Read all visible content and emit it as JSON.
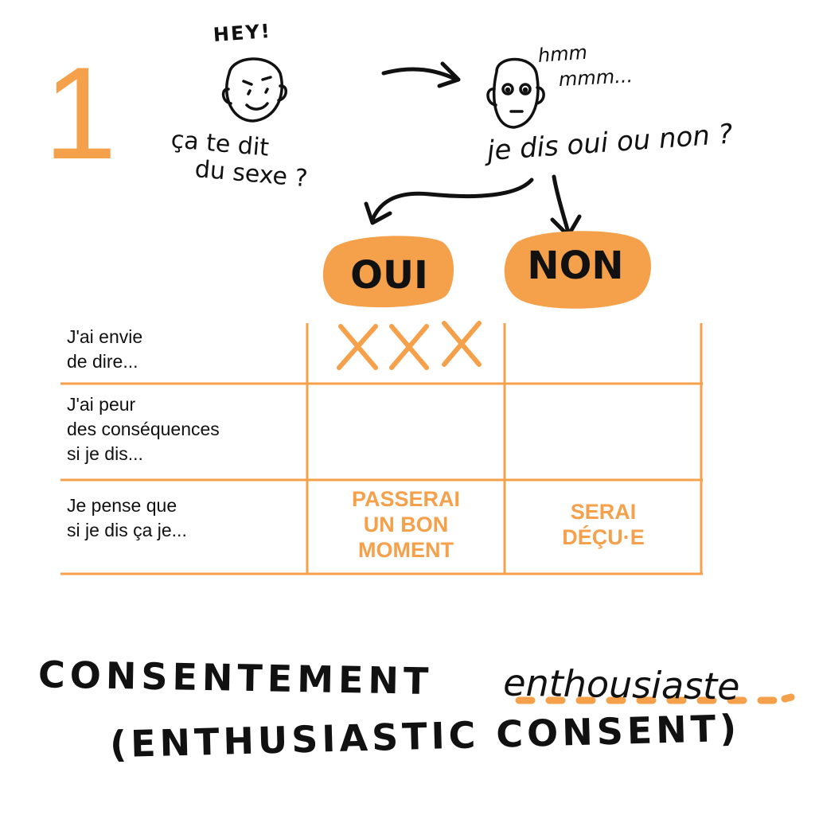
{
  "step_number": "1",
  "speaker_1": {
    "exclamation": "HEY!",
    "question_line_1": "ça te dit",
    "question_line_2": "du sexe ?"
  },
  "speaker_2": {
    "thinking_line_1": "hmm",
    "thinking_line_2": "mmm...",
    "question": "je dis oui ou non ?"
  },
  "choices": {
    "yes": "OUI",
    "no": "NON"
  },
  "table": {
    "rows": [
      {
        "label": "J'ai envie\nde dire...",
        "oui_value": "XXX",
        "non_value": ""
      },
      {
        "label": "J'ai peur\ndes conséquences\nsi je dis...",
        "oui_value": "",
        "non_value": ""
      },
      {
        "label": "Je pense que\nsi je dis ça je...",
        "oui_value": "PASSERAI\nUN BON\nMOMENT",
        "non_value": "SERAI\nDÉÇU·E"
      }
    ]
  },
  "title": {
    "line_1_main": "CONSENTEMENT",
    "line_1_accent": "enthousiaste",
    "line_2": "(ENTHUSIASTIC CONSENT)"
  },
  "colors": {
    "accent": "#f5a04a",
    "ink": "#111111",
    "background": "#ffffff"
  }
}
